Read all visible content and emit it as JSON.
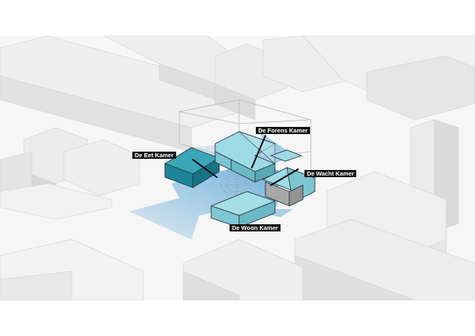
{
  "labels": {
    "eet_kamer": "De Eet Kamer",
    "forens_kamer": "De Forens Kamer",
    "wacht_kamer": "De Wacht Kamer",
    "woon_kamer": "De Woon Kamer"
  },
  "colors": {
    "background": "#ffffff",
    "context_buildings": "#ececec",
    "context_building_faces": "#dcdcdc",
    "flow_arrow": "#5fa8d8",
    "room_dark_teal": "#1f8fa3",
    "room_light_teal": "#8fd3df",
    "room_grey": "#a9a9a9",
    "label_background": "#111111",
    "label_text": "#ffffff"
  }
}
